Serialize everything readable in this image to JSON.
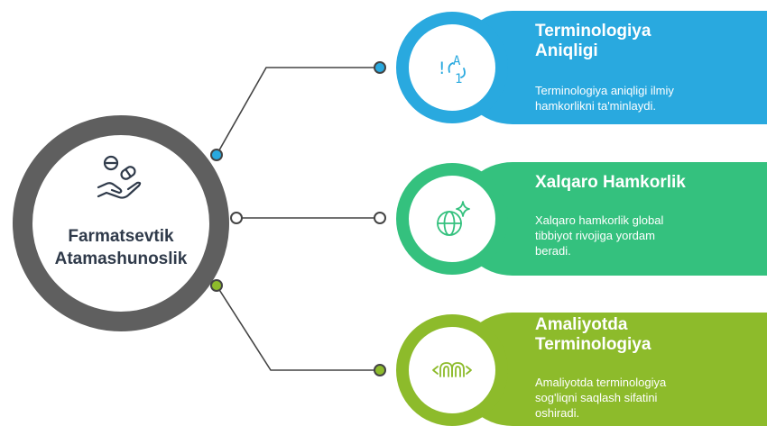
{
  "center": {
    "title_lines": [
      "Farmatsevtik",
      "Atamashunoslik"
    ],
    "icon": "pill-hand-icon",
    "ring_color": "#5f5f5f"
  },
  "branches": [
    {
      "title_lines": [
        "Terminologiya",
        "Aniqligi"
      ],
      "description_lines": [
        "Terminologiya aniqligi ilmiy",
        "hamkorlikni ta'minlaydi."
      ],
      "icon": "translate-symbols-icon",
      "color": "#29a9df"
    },
    {
      "title_lines": [
        "Xalqaro Hamkorlik"
      ],
      "description_lines": [
        "Xalqaro hamkorlik global",
        "tibbiyot rivojiga yordam",
        "beradi."
      ],
      "icon": "globe-sparkle-icon",
      "color": "#34c17e"
    },
    {
      "title_lines": [
        "Amaliyotda",
        "Terminologiya"
      ],
      "description_lines": [
        "Amaliyotda terminologiya",
        "sog'liqni saqlash sifatini",
        "oshiradi."
      ],
      "icon": "practice-arrows-icon",
      "color": "#8dbb2b"
    }
  ]
}
